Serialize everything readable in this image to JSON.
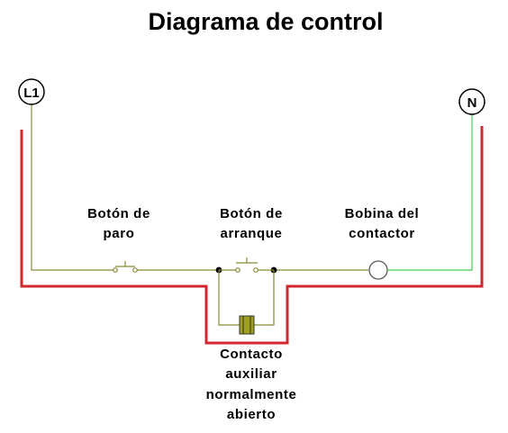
{
  "title": "Diagrama de control",
  "terminals": {
    "left": "L1",
    "right": "N"
  },
  "labels": {
    "stop_button": [
      "Botón de",
      "paro"
    ],
    "start_button": [
      "Botón de",
      "arranque"
    ],
    "coil": [
      "Bobina del",
      "contactor"
    ],
    "aux_contact": [
      "Contacto",
      "auxiliar",
      "normalmente",
      "abierto"
    ]
  },
  "colors": {
    "wire_hot": "#8a8a38",
    "wire_neutral": "#3fcf52",
    "highlight": "#d3262f",
    "contact_body": "#a0a020"
  }
}
